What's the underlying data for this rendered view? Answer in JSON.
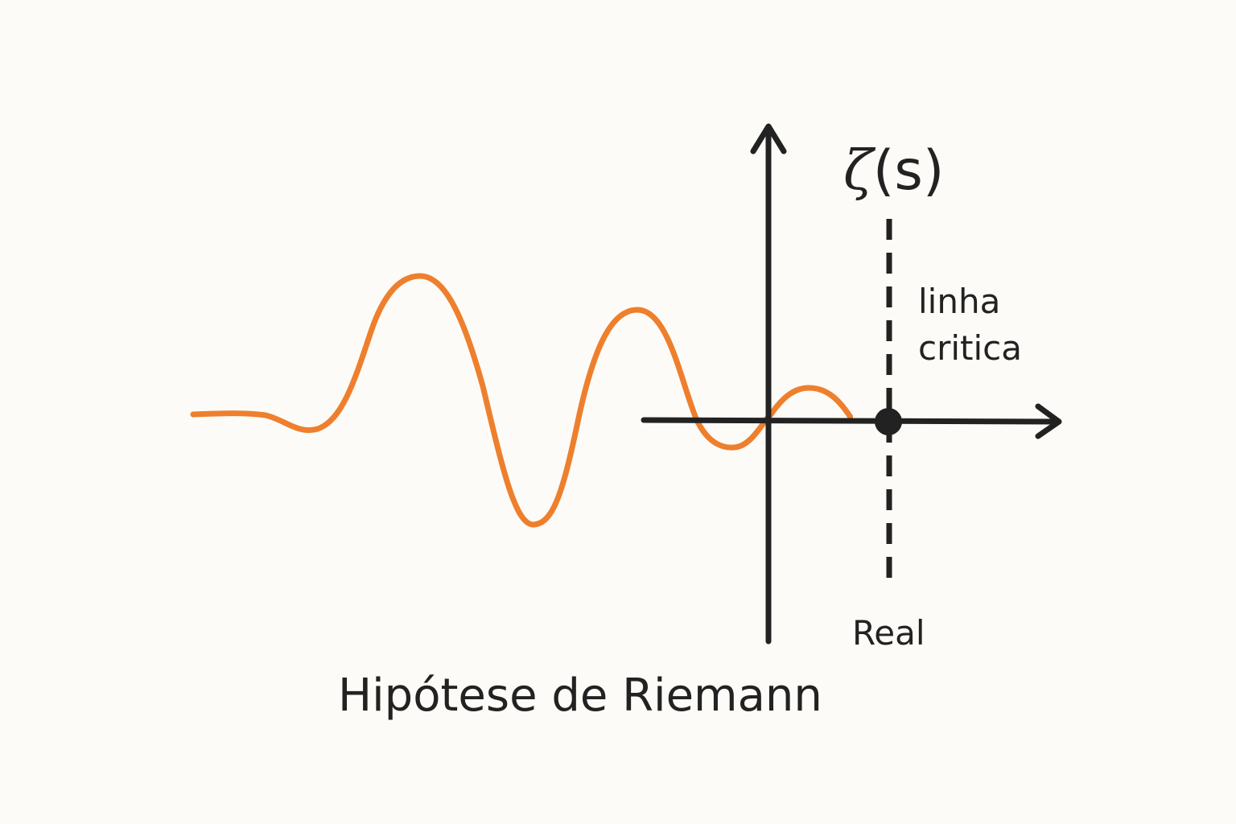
{
  "diagram": {
    "title": "Hipótese de Riemann",
    "function_label": {
      "symbol": "ζ",
      "argument": "(s)"
    },
    "critical_line_label": {
      "line1": "linha",
      "line2": "critica"
    },
    "real_axis_label": "Real"
  },
  "colors": {
    "background": "#fcfbf7",
    "curve": "#ee7f2d",
    "ink": "#222222"
  }
}
